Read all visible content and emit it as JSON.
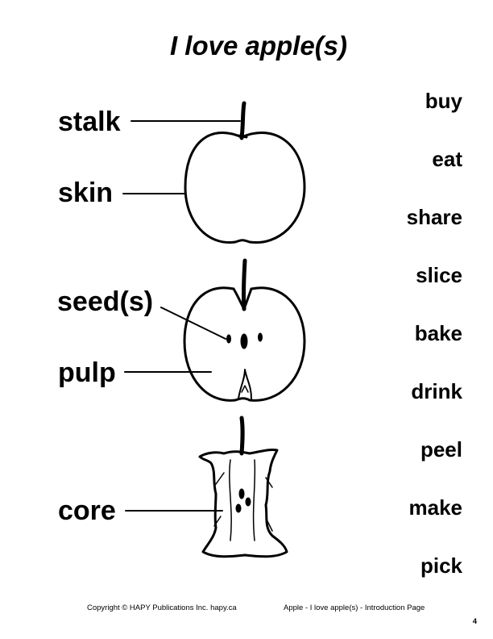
{
  "title": "I love apple(s)",
  "parts": {
    "stalk": "stalk",
    "skin": "skin",
    "seeds": "seed(s)",
    "pulp": "pulp",
    "core": "core"
  },
  "verbs": [
    "buy",
    "eat",
    "share",
    "slice",
    "bake",
    "drink",
    "peel",
    "make",
    "pick"
  ],
  "footer": {
    "copyright": "Copyright © HAPY Publications Inc.  hapy.ca",
    "page_info": "Apple - I love apple(s)  -  Introduction Page",
    "page_number": "4"
  }
}
